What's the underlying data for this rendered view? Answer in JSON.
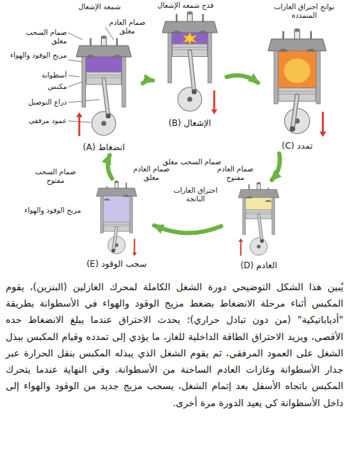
{
  "diagram": {
    "caption": "يُبين هذا الشكل التوضيحي دورة الشغل الكاملة لمحرك الغازلين (البنزين)، يقوم المكبس أثناء مرحلة الانضغاط بضغط مزيج الوقود والهواء في الأسطوانة بطريقة \"أدياباتيكية\" (من دون تبادل حراري)؛ يحدث الاحتراق عندما يبلغ الانضغاط حده الأقصى، ويزيد الاحتراق الطاقة الداخلية للغاز، ما يؤدي إلى تمدده وقيام المكبس ببذل الشغل على العمود المرفقي، ثم يقوم الشغل الذي يبذله المكبس بنقل الحرارة عبر جدار الأسطوانة وغازات العادم الساخنة من الأسطوانة. وفي النهاية عندما يتحرك المكبس باتجاه الأسفل بعد إتمام الشغل، يسحب مزيج جديد من الوقود والهواء إلى داخل الأسطوانة كي يعيد الدورة مرة أخرى.",
    "nodes": [
      {
        "text": [
          "انضغاط (A)"
        ]
      },
      {
        "text": [
          "الإشعال (B)"
        ]
      },
      {
        "text": [
          "تمدد (C)"
        ]
      },
      {
        "text": [
          "العادم (D)"
        ]
      },
      {
        "text": [
          "سحب الوقود (E)"
        ]
      }
    ],
    "edges": [
      {
        "from": 0,
        "to": 1,
        "arrow": "to"
      },
      {
        "from": 1,
        "to": 2,
        "arrow": "to"
      },
      {
        "from": 2,
        "to": 3,
        "arrow": "to"
      },
      {
        "from": 3,
        "to": 4,
        "arrow": "to"
      },
      {
        "from": 4,
        "to": 0,
        "arrow": "to"
      }
    ],
    "labels": [
      "قدح شمعة الإشعال",
      "شمعة الإشعال",
      "نواتج احتراق الغازات المتمددة",
      "صمام العادم مغلق",
      "صمام السحب مغلق",
      "مزيج الوقود والهواء",
      "أسطوانة",
      "مكبس",
      "ذراع التوصيل",
      "عمود مرفقي",
      "صمام السحب مغلق",
      "صمام العادم مفتوح",
      "صمام العادم مغلق",
      "صمام السحب مفتوح",
      "احتراق الغازات الناتجة",
      "مزيج الوقود والهواء"
    ]
  }
}
